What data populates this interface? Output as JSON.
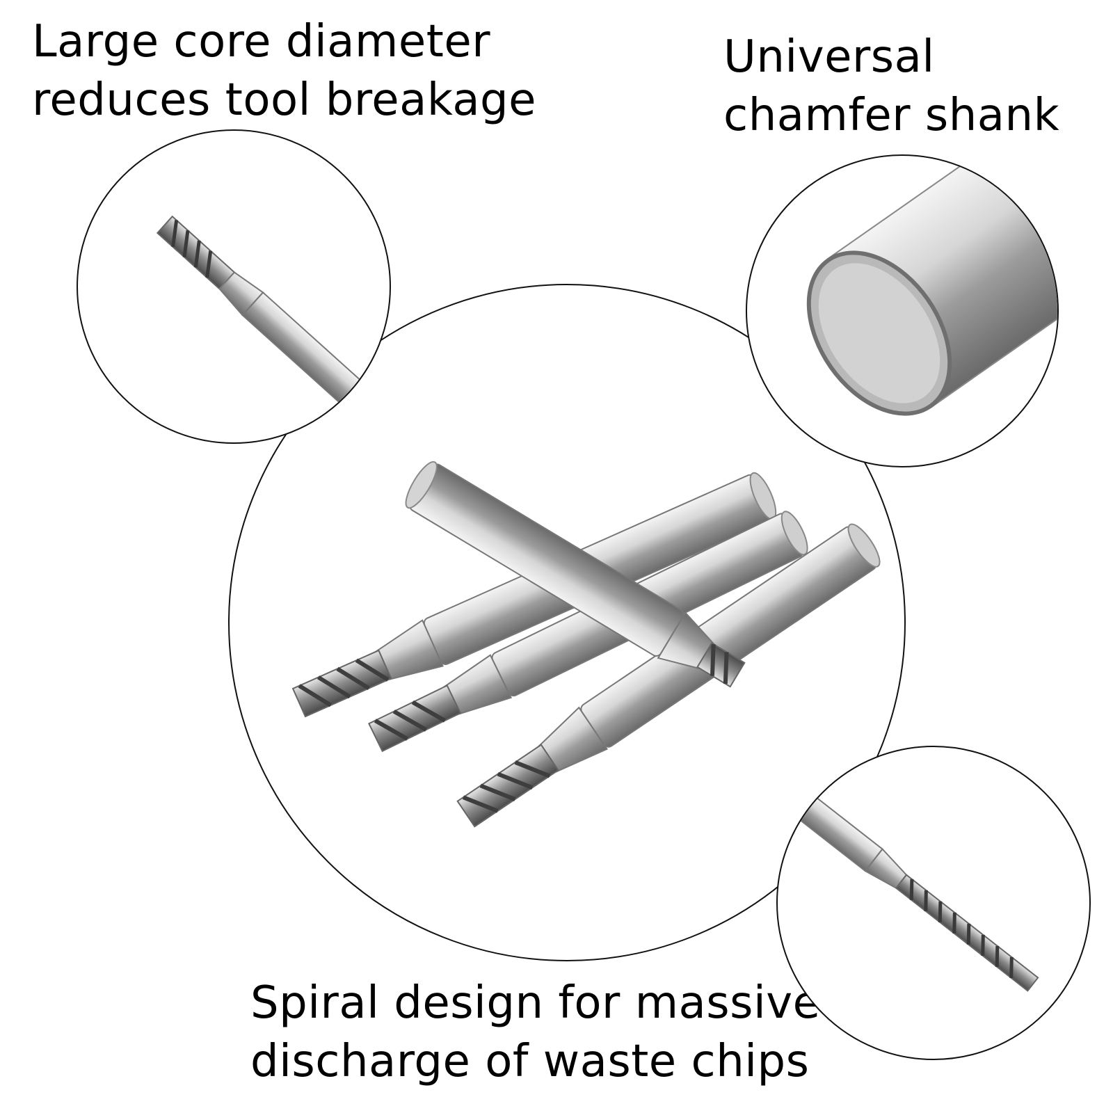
{
  "captions": {
    "top_left": {
      "line1": "Large core diameter",
      "line2": "reduces tool breakage"
    },
    "top_right": {
      "line1": "Universal",
      "line2": "chamfer shank"
    },
    "bottom": {
      "line1": "Spiral design for massive",
      "line2": "discharge of waste chips"
    }
  },
  "colors": {
    "background": "#ffffff",
    "text": "#000000",
    "circle_border": "#111111",
    "steel_light": "#e8e8e8",
    "steel_mid": "#a9a9a9",
    "steel_dark": "#555555"
  }
}
